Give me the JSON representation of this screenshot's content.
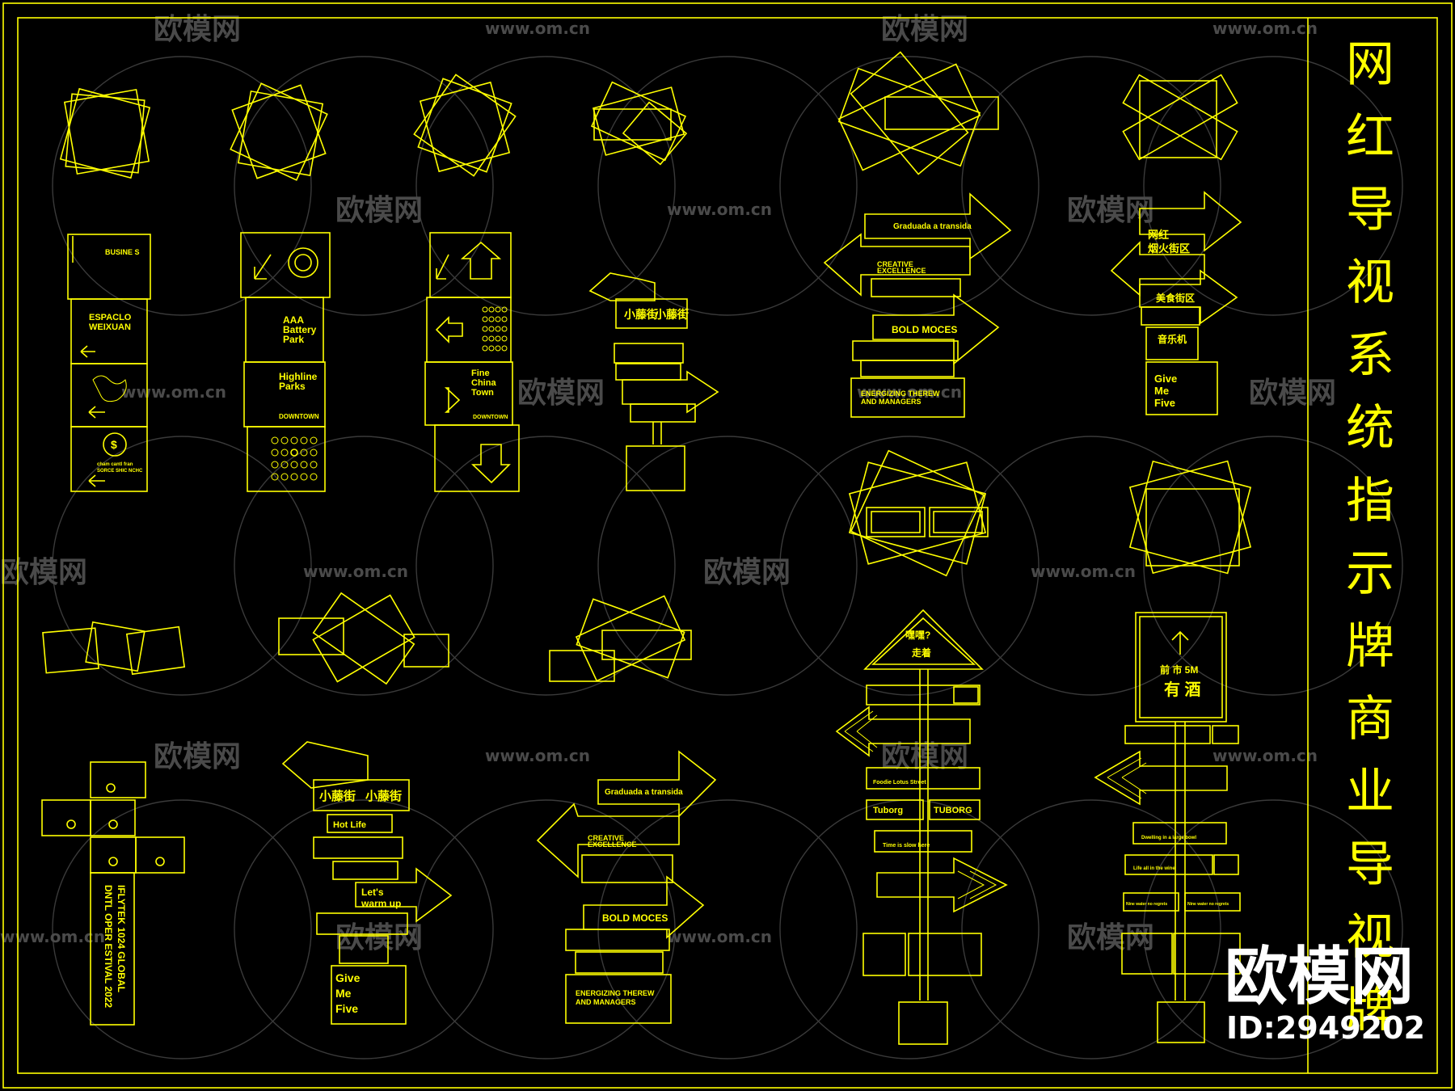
{
  "title": {
    "characters": [
      "网",
      "红",
      "导",
      "视",
      "系",
      "统",
      "指",
      "示",
      "牌",
      "商",
      "业",
      "导",
      "视",
      "牌"
    ]
  },
  "watermark": {
    "brand": "欧模网",
    "site": "www.om.cn"
  },
  "logo": {
    "name": "欧模网",
    "id": "ID:2949202"
  },
  "signs": {
    "s1": [
      "BUSINE S",
      "ESPACLO",
      "WEIXUAN",
      "cham cantl fran",
      "SORCE SHIC NCHC"
    ],
    "s2": [
      "AAA",
      "Battery",
      "Park",
      "Highline",
      "Parks",
      "DOWNTOWN"
    ],
    "s3": [
      "Fine",
      "China",
      "Town",
      "DOWNTOWN"
    ],
    "s4": [
      "小藤街",
      "小藤街"
    ],
    "s5": [
      "Graduada a transida",
      "CREATIVE",
      "EXCELLENCE",
      "BOLD MOCES",
      "ENERGIZING THEREW",
      "AND MANAGERS"
    ],
    "s6": [
      "网红",
      "烟火街区",
      "美食街区",
      "音乐机",
      "Give",
      "Me",
      "Five"
    ],
    "s7": [
      "IFLYTEK 1024 GLOBAL",
      "DNTL OPER ESTIVAL 2022"
    ],
    "s8": [
      "小藤街",
      "小藤街",
      "Hot Life",
      "Let's",
      "warm up",
      "Give",
      "Me",
      "Five"
    ],
    "s9": [
      "Graduada a transida",
      "CREATIVE",
      "EXCELLENCE",
      "BOLD MOCES",
      "ENERGIZING THEREW",
      "AND MANAGERS"
    ],
    "s10": [
      "嘿嘿?",
      "走着",
      "Tuborg",
      "TUBORG",
      "Foodie Lotus Street",
      "Time is slow here"
    ],
    "s11": [
      "前 市 5M",
      "有 酒",
      "Dwelling in a large bowl",
      "Life all in the wine",
      "Nine water no regrets",
      "Nine water no regrets"
    ]
  },
  "colors": {
    "background": "#000000",
    "line": "#ffff00",
    "watermark": "#3a3a3a",
    "logo": "#ffffff"
  }
}
